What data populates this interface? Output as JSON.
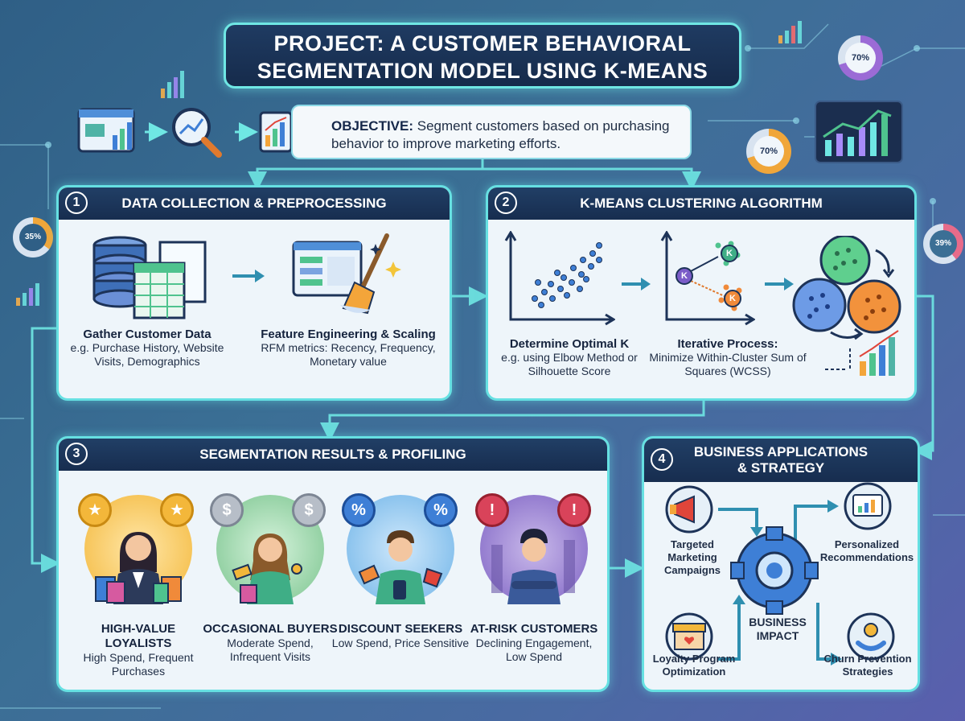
{
  "title": {
    "line1": "PROJECT: A CUSTOMER BEHAVIORAL",
    "line2": "SEGMENTATION MODEL USING K-MEANS"
  },
  "objective": {
    "label": "OBJECTIVE:",
    "text": "Segment customers based on purchasing behavior to improve marketing efforts."
  },
  "gauges": {
    "top_right_1": "70%",
    "top_right_2": "70%",
    "left": "35%",
    "right": "39%"
  },
  "step1": {
    "number": "1",
    "title": "DATA COLLECTION & PREPROCESSING",
    "a": {
      "title": "Gather Customer Data",
      "text": "e.g. Purchase History, Website Visits, Demographics"
    },
    "b": {
      "title": "Feature Engineering & Scaling",
      "text": "RFM metrics: Recency, Frequency, Monetary value"
    }
  },
  "step2": {
    "number": "2",
    "title": "K-MEANS CLUSTERING ALGORITHM",
    "a": {
      "title": "Determine Optimal K",
      "text": "e.g. using Elbow Method or Silhouette Score"
    },
    "b": {
      "title": "Iterative Process:",
      "text": "Minimize Within-Cluster Sum of Squares (WCSS)"
    },
    "centroid_label": "K"
  },
  "step3": {
    "number": "3",
    "title": "SEGMENTATION RESULTS & PROFILING",
    "segments": [
      {
        "title": "HIGH-VALUE LOYALISTS",
        "text": "High Spend, Frequent Purchases",
        "color": "#f3b73a",
        "symbol": "★"
      },
      {
        "title": "OCCASIONAL BUYERS",
        "text": "Moderate Spend, Infrequent Visits",
        "color": "#9ea7b3",
        "symbol": "$"
      },
      {
        "title": "DISCOUNT SEEKERS",
        "text": "Low Spend, Price Sensitive",
        "color": "#3e7fd6",
        "symbol": "%"
      },
      {
        "title": "AT-RISK CUSTOMERS",
        "text": "Declining Engagement, Low Spend",
        "color": "#d9435a",
        "symbol": "!"
      }
    ]
  },
  "step4": {
    "number": "4",
    "title_line1": "BUSINESS APPLICATIONS",
    "title_line2": "& STRATEGY",
    "center": "BUSINESS IMPACT",
    "items": {
      "targeted": "Targeted Marketing Campaigns",
      "personalized": "Personalized Recommendations",
      "loyalty": "Loyalty Program Optimization",
      "churn": "Churn Prevention Strategies"
    }
  },
  "colors": {
    "accent": "#66e0e2",
    "header": "#1b345a",
    "arrow": "#2f8fb0"
  }
}
